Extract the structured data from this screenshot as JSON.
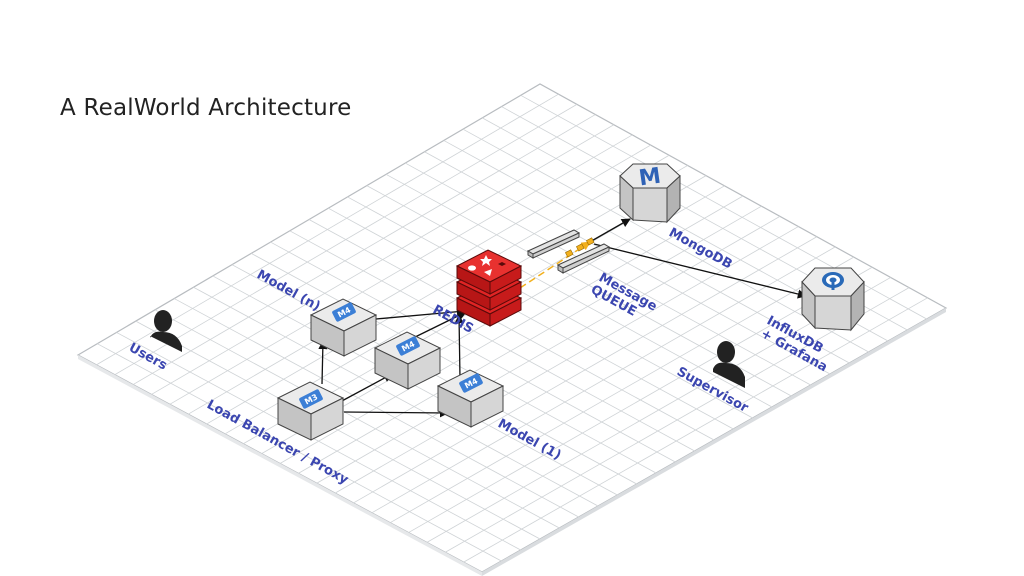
{
  "slide": {
    "title": "A RealWorld Architecture"
  },
  "labels": {
    "users": "Users",
    "load_balancer": "Load Balancer / Proxy",
    "model_n": "Model (n)",
    "model_1": "Model (1)",
    "redis": "REDIS",
    "message_queue_line1": "Message",
    "message_queue_line2": "QUEUE",
    "mongodb": "MongoDB",
    "influx_line1": "InfluxDB",
    "influx_line2": "+ Grafana",
    "supervisor": "Supervisor"
  },
  "chips": {
    "m3": "M3",
    "m4": "M4"
  },
  "icons": {
    "mongodb": "M"
  },
  "colors": {
    "grid_line": "#cfd3d6",
    "label": "#3b46b0",
    "redis_red": "#d81f1f",
    "chip_blue": "#3c7fd6",
    "queue_arrow": "#f2b01e"
  }
}
